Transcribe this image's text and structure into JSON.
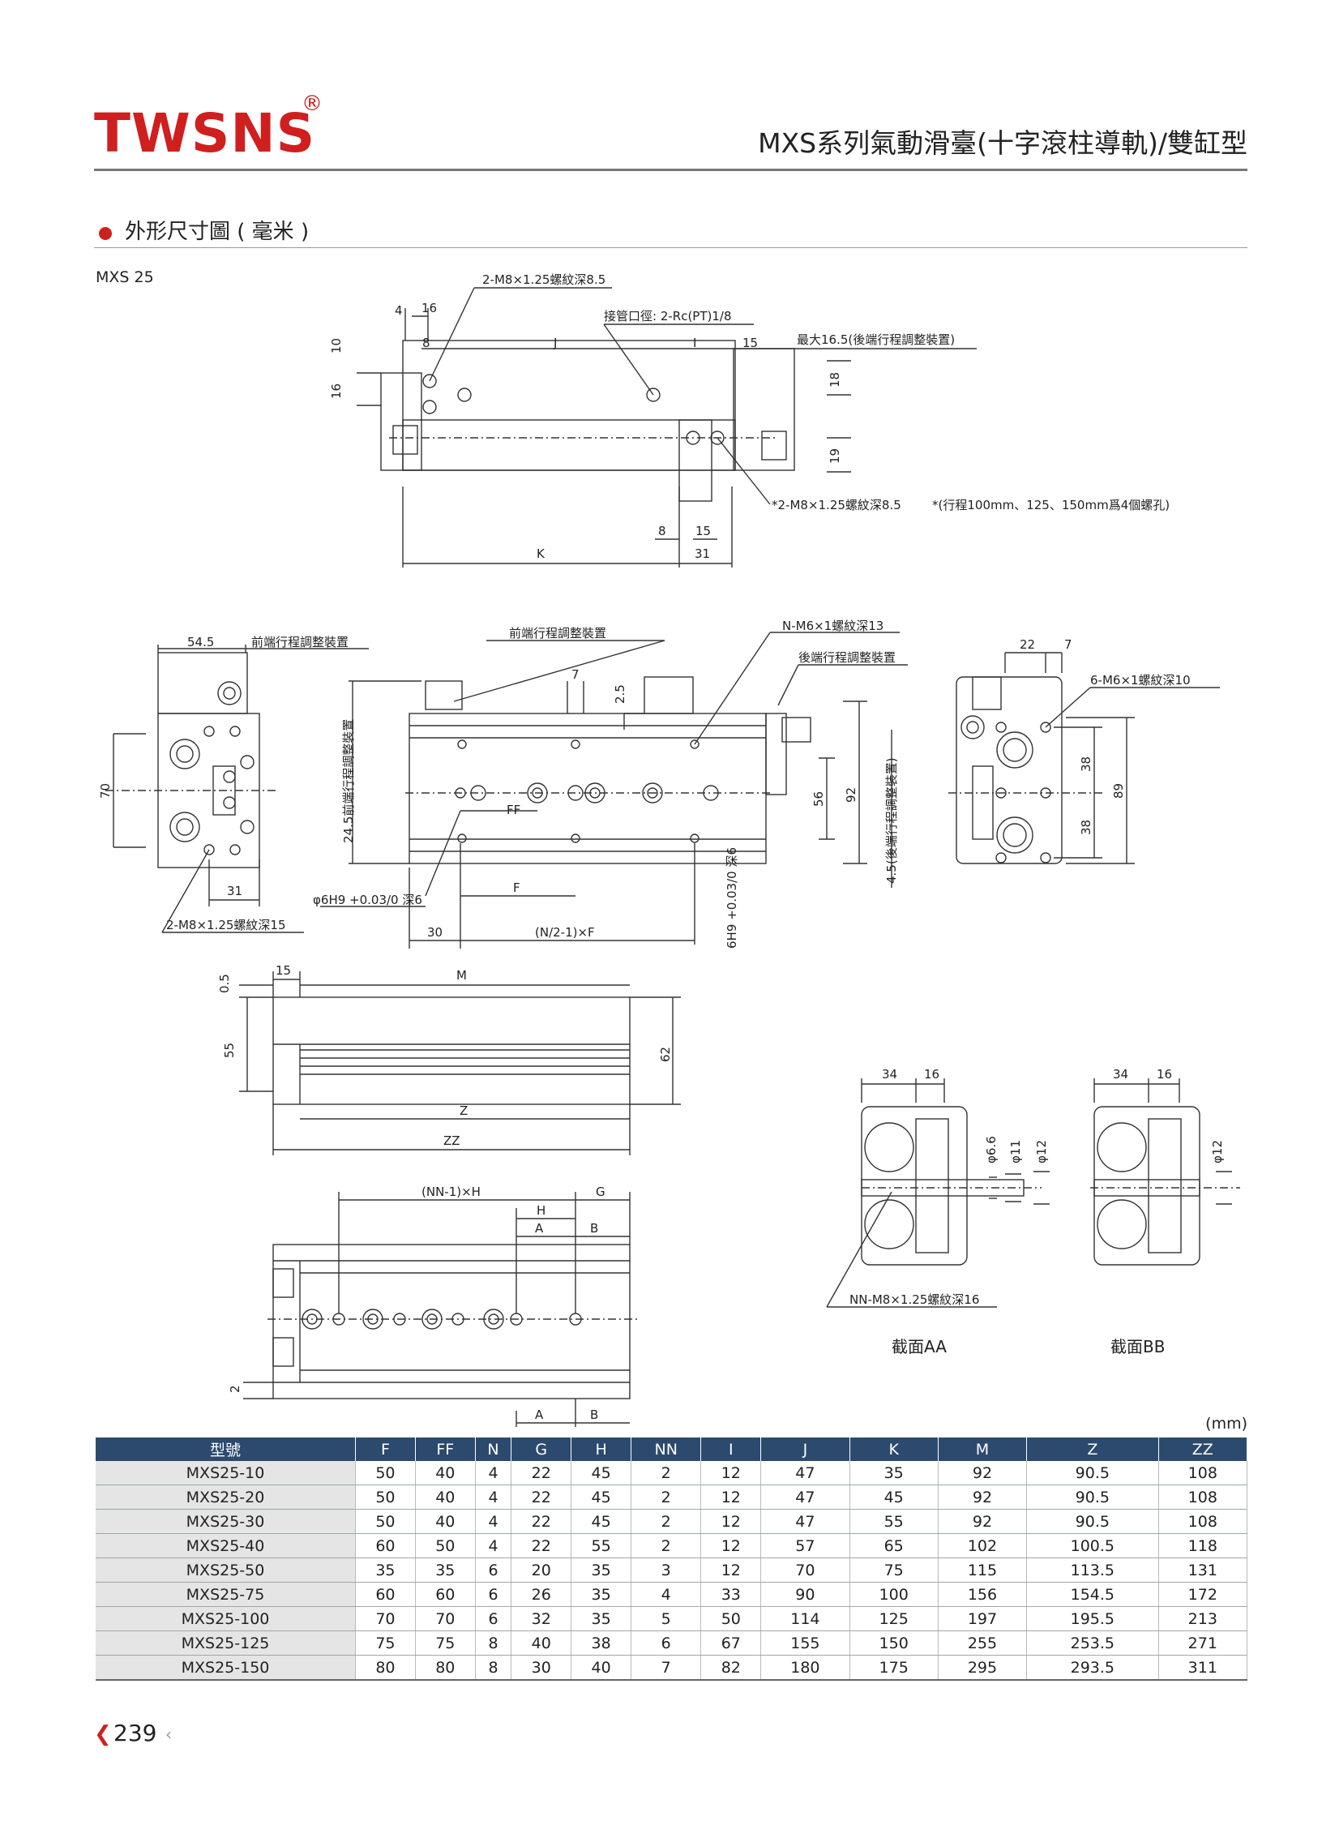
{
  "header": {
    "logo": "TWSNS",
    "registered": "®",
    "title": "MXS系列氣動滑臺(十字滾柱導軌)/雙缸型"
  },
  "section": {
    "title": "外形尺寸圖 ( 毫米 )",
    "model": "MXS 25"
  },
  "drawing": {
    "top_view": {
      "note_tap": "2-M8×1.25螺紋深8.5",
      "note_port": "接管口徑: 2-Rc(PT)1/8",
      "note_max": "最大16.5(後端行程調整裝置)",
      "note_tap2": "*2-M8×1.25螺紋深8.5",
      "note_stroke": "*(行程100mm、125、150mm爲4個螺孔)",
      "dims": {
        "d4": "4",
        "d16": "16",
        "d8": "8",
        "dJ": "J",
        "dI": "I",
        "d15": "15",
        "d10": "10",
        "d16b": "16",
        "d18": "18",
        "d19": "19",
        "d8b": "8",
        "d15b": "15",
        "dK": "K",
        "d31": "31"
      }
    },
    "side_view": {
      "front_adjust": "前端行程調整裝置",
      "rear_adjust": "後端行程調整裝置",
      "tap_n": "N-M6×1螺紋深13",
      "front_adjust_v": "24.5前端行程調整裝置",
      "rear_adjust_v": "4.5(後端行程調整裝置)",
      "pin_hole": "φ6H9 +0.03/0 深6",
      "pin_hole_v": "6H9 +0.03/0 深6",
      "dims": {
        "d7": "7",
        "d25": "2.5",
        "dFF": "FF",
        "dF": "F",
        "d30": "30",
        "dNF": "(N/2-1)×F",
        "d56": "56",
        "d92": "92"
      }
    },
    "end_view": {
      "d545": "54.5",
      "label": "前端行程調整裝置",
      "d70": "70",
      "d31": "31",
      "tap": "2-M8×1.25螺紋深15"
    },
    "rear_view": {
      "d22": "22",
      "d7": "7",
      "tap": "6-M6×1螺紋深10",
      "d38a": "38",
      "d38b": "38",
      "d89": "89"
    },
    "bottom_side": {
      "d05": "0.5",
      "d15": "15",
      "dM": "M",
      "d55": "55",
      "d62": "62",
      "dZ": "Z",
      "dZZ": "ZZ"
    },
    "bottom_view": {
      "dNNH": "(NN-1)×H",
      "dG": "G",
      "dH": "H",
      "dA": "A",
      "dB": "B",
      "d2": "2",
      "dA2": "A",
      "dB2": "B"
    },
    "section_aa": {
      "d34": "34",
      "d16": "16",
      "d66": "φ6.6",
      "d11": "φ11",
      "d12": "φ12",
      "tap": "NN-M8×1.25螺紋深16",
      "caption": "截面AA"
    },
    "section_bb": {
      "d34": "34",
      "d16": "16",
      "d12": "φ12",
      "caption": "截面BB"
    }
  },
  "table": {
    "units": "(mm)",
    "headers": [
      "型號",
      "F",
      "FF",
      "N",
      "G",
      "H",
      "NN",
      "I",
      "J",
      "K",
      "M",
      "Z",
      "ZZ"
    ],
    "rows": [
      [
        "MXS25-10",
        "50",
        "40",
        "4",
        "22",
        "45",
        "2",
        "12",
        "47",
        "35",
        "92",
        "90.5",
        "108"
      ],
      [
        "MXS25-20",
        "50",
        "40",
        "4",
        "22",
        "45",
        "2",
        "12",
        "47",
        "45",
        "92",
        "90.5",
        "108"
      ],
      [
        "MXS25-30",
        "50",
        "40",
        "4",
        "22",
        "45",
        "2",
        "12",
        "47",
        "55",
        "92",
        "90.5",
        "108"
      ],
      [
        "MXS25-40",
        "60",
        "50",
        "4",
        "22",
        "55",
        "2",
        "12",
        "57",
        "65",
        "102",
        "100.5",
        "118"
      ],
      [
        "MXS25-50",
        "35",
        "35",
        "6",
        "20",
        "35",
        "3",
        "12",
        "70",
        "75",
        "115",
        "113.5",
        "131"
      ],
      [
        "MXS25-75",
        "60",
        "60",
        "6",
        "26",
        "35",
        "4",
        "33",
        "90",
        "100",
        "156",
        "154.5",
        "172"
      ],
      [
        "MXS25-100",
        "70",
        "70",
        "6",
        "32",
        "35",
        "5",
        "50",
        "114",
        "125",
        "197",
        "195.5",
        "213"
      ],
      [
        "MXS25-125",
        "75",
        "75",
        "8",
        "40",
        "38",
        "6",
        "67",
        "155",
        "150",
        "255",
        "253.5",
        "271"
      ],
      [
        "MXS25-150",
        "80",
        "80",
        "8",
        "30",
        "40",
        "7",
        "82",
        "180",
        "175",
        "295",
        "293.5",
        "311"
      ]
    ]
  },
  "footer": {
    "page": "239",
    "arrow_left": "❮",
    "arrow_small": "‹"
  }
}
